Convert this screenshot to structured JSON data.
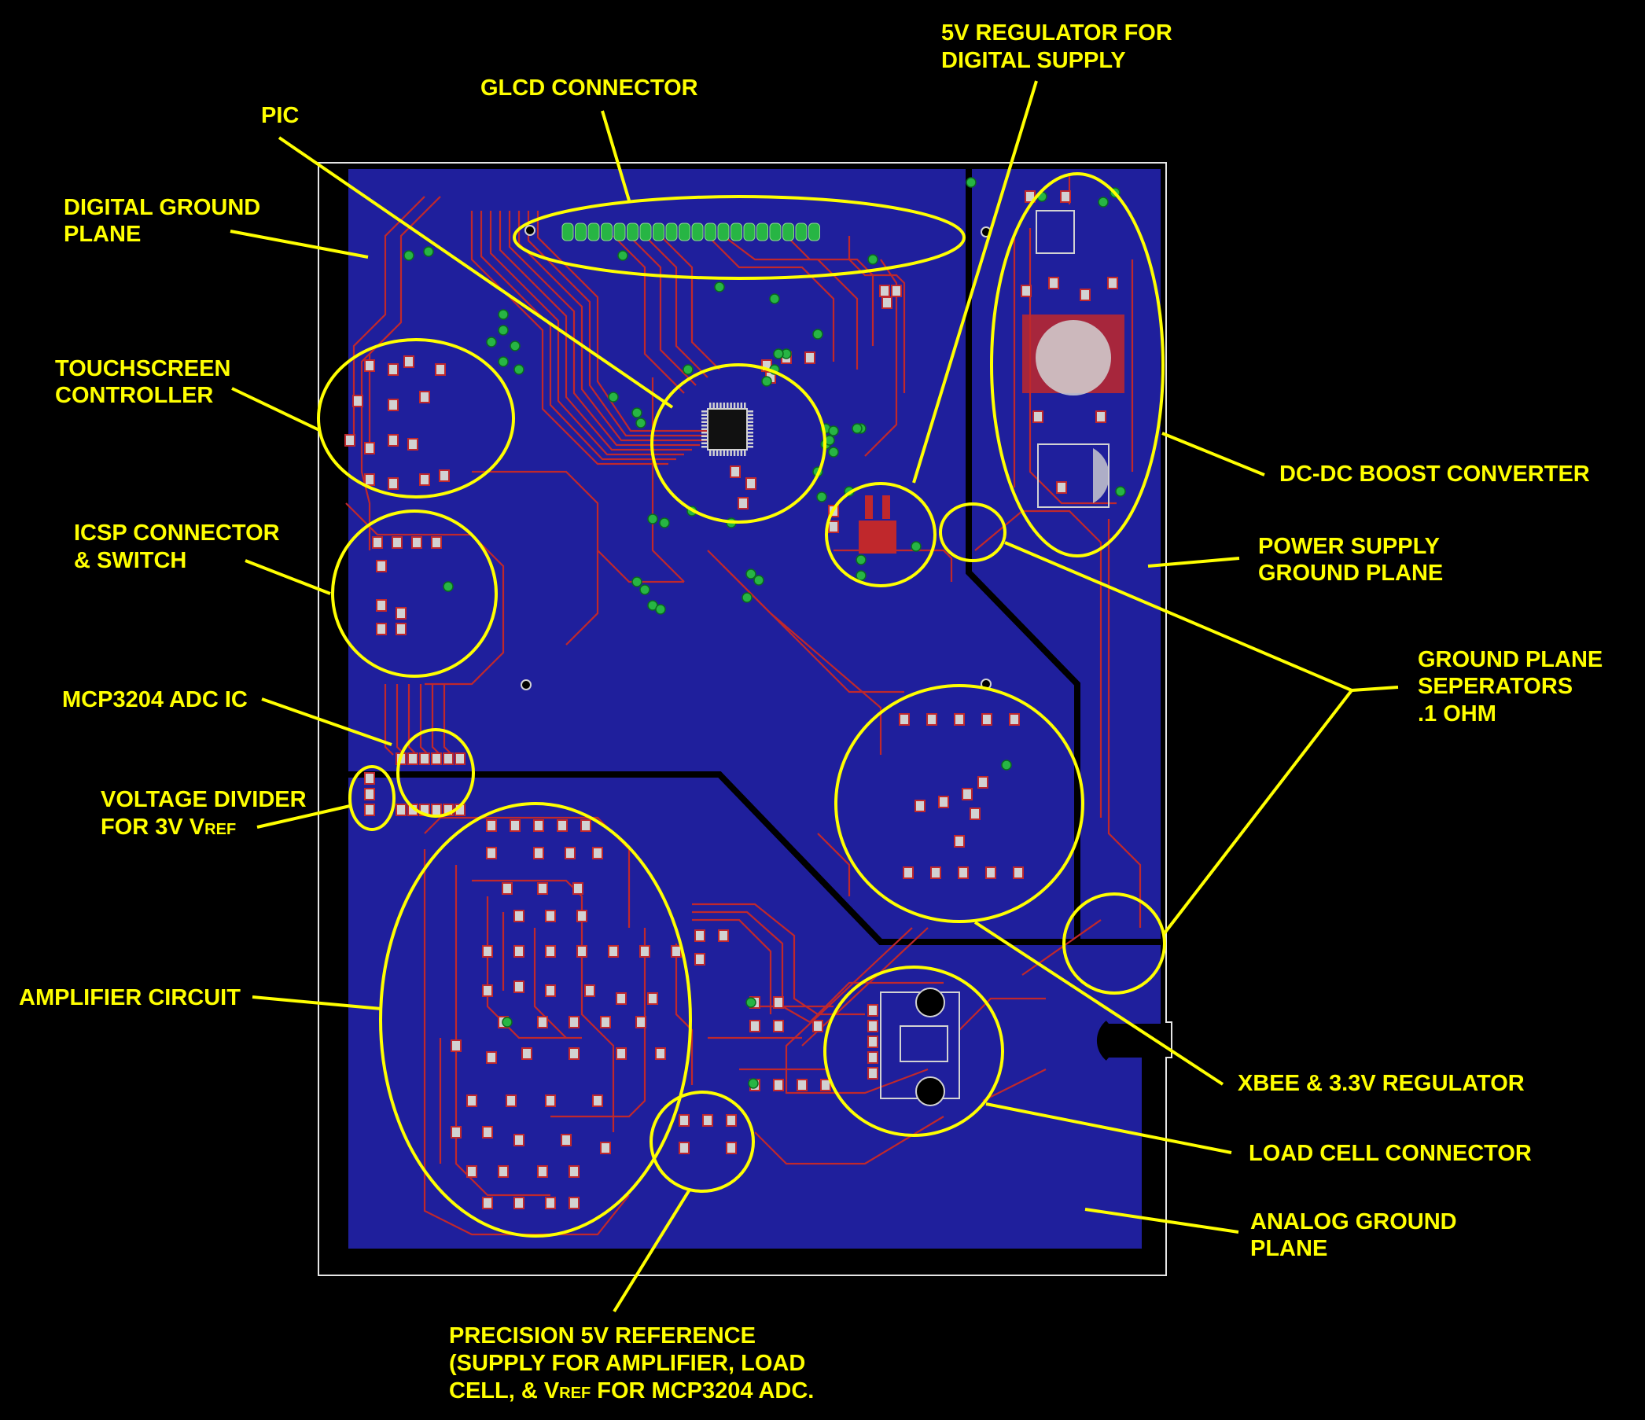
{
  "colors": {
    "background": "#000000",
    "board_fill": "#1f1f9c",
    "trace": "#c0282c",
    "outline": "#e6e6e6",
    "annotation": "#ffff00",
    "pad": "#d2d2d2",
    "via": "#27b544"
  },
  "labels": {
    "pic": "PIC",
    "glcd_connector": "GLCD CONNECTOR",
    "regulator_5v": {
      "line1": "5V REGULATOR FOR",
      "line2": "DIGITAL SUPPLY"
    },
    "digital_ground": {
      "line1": "DIGITAL GROUND",
      "line2": "PLANE"
    },
    "touchscreen": {
      "line1": "TOUCHSCREEN",
      "line2": "CONTROLLER"
    },
    "icsp": {
      "line1": "ICSP CONNECTOR",
      "line2": "& SWITCH"
    },
    "adc": "MCP3204 ADC IC",
    "divider": {
      "line1": "VOLTAGE DIVIDER",
      "line2_prefix": "FOR  3V V",
      "line2_sub": "REF"
    },
    "amplifier": "AMPLIFIER CIRCUIT",
    "dcdc": "DC-DC BOOST CONVERTER",
    "power_ground": {
      "line1": "POWER SUPPLY",
      "line2": "GROUND PLANE"
    },
    "separators": {
      "line1": "GROUND PLANE",
      "line2": "SEPERATORS",
      "line3": ".1 OHM"
    },
    "xbee": "XBEE & 3.3V REGULATOR",
    "load_cell": "LOAD CELL CONNECTOR",
    "analog_ground": {
      "line1": "ANALOG GROUND",
      "line2": "PLANE"
    },
    "reference": {
      "line1": "PRECISION 5V REFERENCE",
      "line2": "(SUPPLY FOR AMPLIFIER, LOAD",
      "line3_prefix": "CELL, & V",
      "line3_sub": "REF",
      "line3_suffix": " FOR MCP3204 ADC."
    }
  }
}
